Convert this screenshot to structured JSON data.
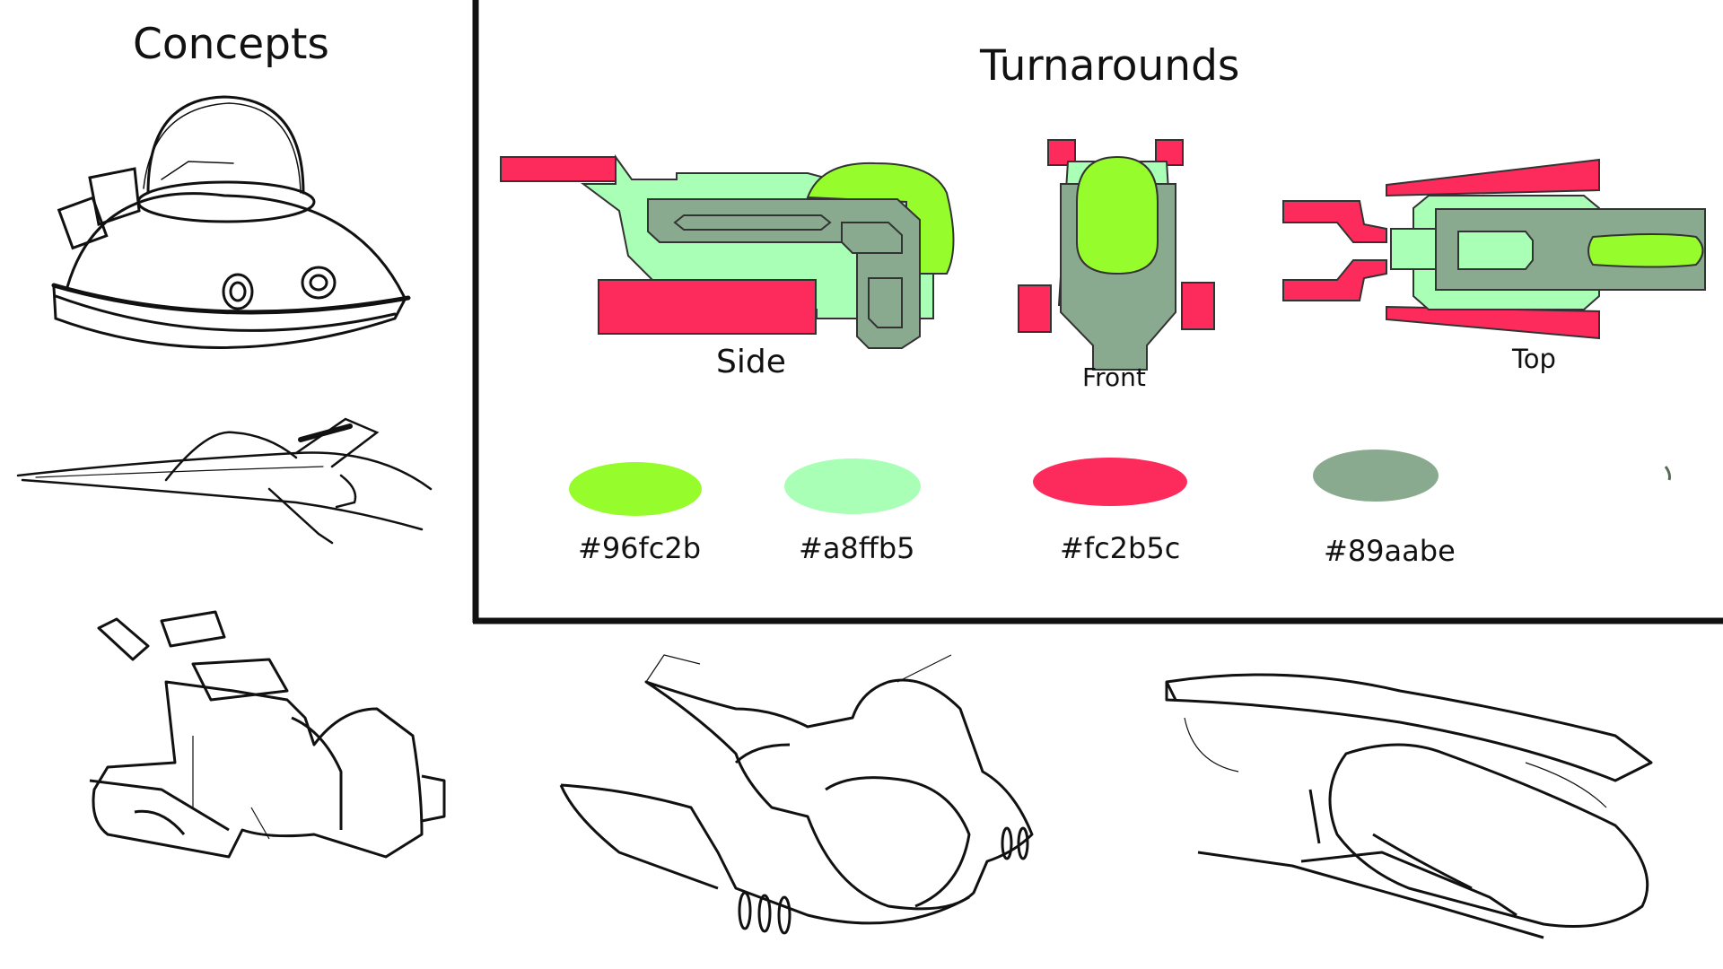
{
  "sections": {
    "concepts_title": "Concepts",
    "turnarounds_title": "Turnarounds"
  },
  "views": {
    "side": "Side",
    "front": "Front",
    "top": "Top"
  },
  "palette": [
    {
      "hex": "#96fc2b",
      "label": "#96fc2b"
    },
    {
      "hex": "#a8ffb5",
      "label": "#a8ffb5"
    },
    {
      "hex": "#fc2b5c",
      "label": "#fc2b5c"
    },
    {
      "hex": "#89aabe",
      "label": "#89aabe"
    }
  ],
  "colors": {
    "lime": "#96fc2b",
    "mint": "#a8ffb5",
    "red": "#fc2b5c",
    "gray": "#89aa8e",
    "ink": "#111111"
  },
  "icons": {
    "ufo_sketch": "ufo-dome-sketch",
    "jet_sketch": "flat-jet-sketch",
    "tank_sketch": "claw-ship-sketch",
    "fighter_sketch": "twin-engine-fighter-sketch",
    "cruiser_sketch": "long-cruiser-sketch"
  }
}
